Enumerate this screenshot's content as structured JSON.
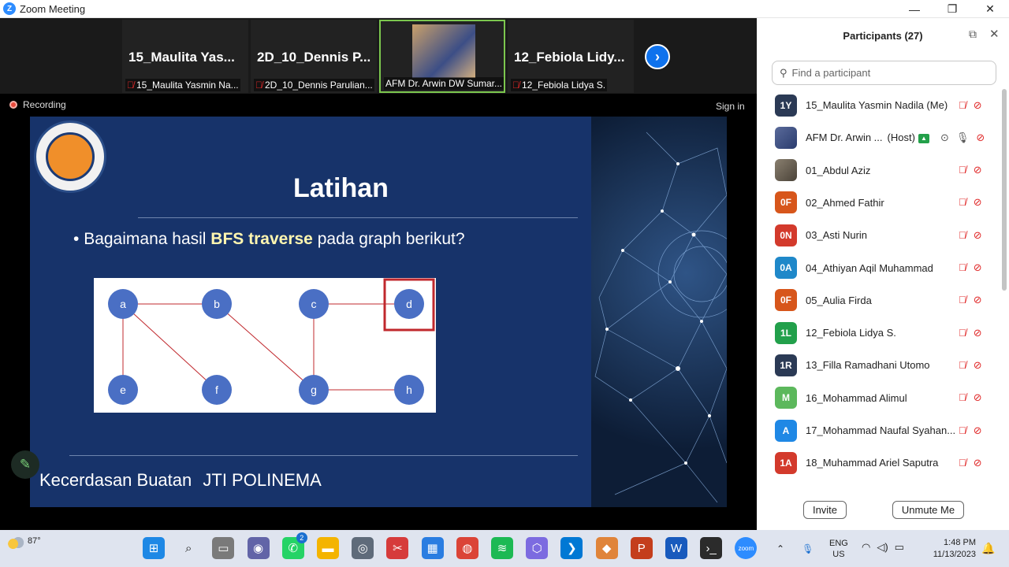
{
  "window": {
    "title": "Zoom Meeting",
    "logo": "zoom-logo",
    "controls": {
      "minimize": "—",
      "restore": "❐",
      "close": "✕"
    }
  },
  "thumbnails": {
    "items": [
      {
        "name": "15_Maulita  Yas...",
        "label": "15_Maulita Yasmin Na...",
        "muted": true,
        "active": false,
        "photo": false
      },
      {
        "name": "2D_10_Dennis  P...",
        "label": "2D_10_Dennis Parulian...",
        "muted": true,
        "active": false,
        "photo": false
      },
      {
        "name": "",
        "label": "AFM Dr. Arwin DW Sumar...",
        "muted": false,
        "active": true,
        "photo": true
      },
      {
        "name": "12_Febiola  Lidy...",
        "label": "12_Febiola Lidya S.",
        "muted": true,
        "active": false,
        "photo": false
      }
    ],
    "next_icon": "chevron-right-icon"
  },
  "share": {
    "recording_label": "Recording",
    "signin_label": "Sign in"
  },
  "slide": {
    "title": "Latihan",
    "bullet_prefix": "Bagaimana hasil ",
    "bullet_bold": "BFS traverse",
    "bullet_suffix": " pada graph berikut?",
    "footer_left": "Kecerdasan Buatan",
    "footer_right": "JTI POLINEMA",
    "graph": {
      "node_color": "#4a6fc4",
      "highlight_color": "#c0282d",
      "edge_color": "#c0282d",
      "nodes": [
        "a",
        "b",
        "c",
        "d",
        "e",
        "f",
        "g",
        "h"
      ],
      "edges": [
        [
          "a",
          "b"
        ],
        [
          "a",
          "e"
        ],
        [
          "a",
          "f"
        ],
        [
          "b",
          "g"
        ],
        [
          "c",
          "d"
        ],
        [
          "c",
          "g"
        ],
        [
          "g",
          "h"
        ]
      ],
      "highlighted": "d"
    }
  },
  "panel": {
    "title": "Participants (27)",
    "search_placeholder": "Find a participant",
    "participants": [
      {
        "initials": "1Y",
        "color": "#2b3a55",
        "name": "15_Maulita Yasmin Nadila (Me)",
        "type": "initials"
      },
      {
        "initials": "",
        "color": "",
        "name": "AFM Dr. Arwin ...",
        "tag": "(Host)",
        "type": "photo",
        "host": true
      },
      {
        "initials": "",
        "color": "",
        "name": "01_Abdul Aziz",
        "type": "photo2"
      },
      {
        "initials": "0F",
        "color": "#d7561b",
        "name": "02_Ahmed Fathir",
        "type": "initials"
      },
      {
        "initials": "0N",
        "color": "#d33a2c",
        "name": "03_Asti Nurin",
        "type": "initials"
      },
      {
        "initials": "0A",
        "color": "#1f88c9",
        "name": "04_Athiyan Aqil Muhammad",
        "type": "initials"
      },
      {
        "initials": "0F",
        "color": "#d7561b",
        "name": "05_Aulia Firda",
        "type": "initials"
      },
      {
        "initials": "1L",
        "color": "#22a04b",
        "name": "12_Febiola Lidya S.",
        "type": "initials"
      },
      {
        "initials": "1R",
        "color": "#2b3a55",
        "name": "13_Filla Ramadhani Utomo",
        "type": "initials"
      },
      {
        "initials": "M",
        "color": "#5cb85c",
        "name": "16_Mohammad Alimul",
        "type": "initials"
      },
      {
        "initials": "A",
        "color": "#1f88e5",
        "name": "17_Mohammad Naufal Syahan...",
        "type": "initials"
      },
      {
        "initials": "1A",
        "color": "#d33a2c",
        "name": "18_Muhammad Ariel Saputra",
        "type": "initials"
      }
    ],
    "invite_label": "Invite",
    "unmute_label": "Unmute Me"
  },
  "taskbar": {
    "weather_temp": "87°",
    "apps": [
      {
        "icon": "windows-start-icon",
        "color": "#1e88e5",
        "glyph": "⊞"
      },
      {
        "icon": "search-icon",
        "color": "transparent",
        "glyph": "⌕"
      },
      {
        "icon": "task-view-icon",
        "color": "#7a7a7a",
        "glyph": "▭"
      },
      {
        "icon": "teams-chat-icon",
        "color": "#6264a7",
        "glyph": "◉"
      },
      {
        "icon": "whatsapp-icon",
        "color": "#25d366",
        "glyph": "✆",
        "badge": "2"
      },
      {
        "icon": "file-explorer-icon",
        "color": "#f4b400",
        "glyph": "▬"
      },
      {
        "icon": "camera-icon",
        "color": "#5f6b7a",
        "glyph": "◎"
      },
      {
        "icon": "snipping-tool-icon",
        "color": "#d63b3b",
        "glyph": "✂"
      },
      {
        "icon": "store-icon",
        "color": "#2a7de1",
        "glyph": "▦"
      },
      {
        "icon": "chrome-icon",
        "color": "#db4437",
        "glyph": "◍"
      },
      {
        "icon": "spotify-icon",
        "color": "#1db954",
        "glyph": "≋"
      },
      {
        "icon": "app-cube-icon",
        "color": "#7c6be0",
        "glyph": "⬡"
      },
      {
        "icon": "vscode-icon",
        "color": "#0078d4",
        "glyph": "❯"
      },
      {
        "icon": "git-icon",
        "color": "#e0843a",
        "glyph": "◆"
      },
      {
        "icon": "powerpoint-icon",
        "color": "#c43e1c",
        "glyph": "P"
      },
      {
        "icon": "word-icon",
        "color": "#185abd",
        "glyph": "W"
      },
      {
        "icon": "terminal-icon",
        "color": "#2b2b2b",
        "glyph": "›_"
      },
      {
        "icon": "zoom-icon",
        "color": "#2d8cff",
        "glyph": "zoom"
      }
    ],
    "lang_line1": "ENG",
    "lang_line2": "US",
    "time": "1:48 PM",
    "date": "11/13/2023"
  }
}
